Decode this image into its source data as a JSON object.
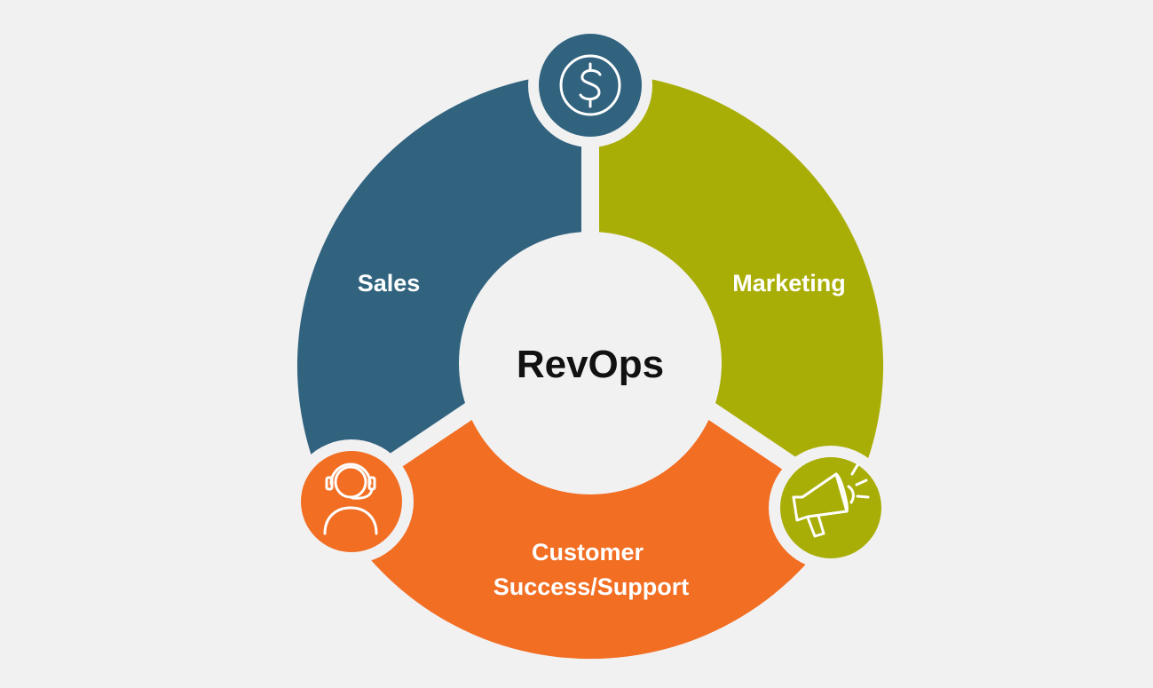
{
  "diagram": {
    "center": {
      "label": "RevOps"
    },
    "segments": [
      {
        "id": "sales",
        "label_lines": [
          "Sales"
        ],
        "color": "#31637f",
        "icon": "dollar-icon"
      },
      {
        "id": "marketing",
        "label_lines": [
          "Marketing"
        ],
        "color": "#a9ae07",
        "icon": "megaphone-icon"
      },
      {
        "id": "customer",
        "label_lines": [
          "Customer",
          "Success/Support"
        ],
        "color": "#f26e23",
        "icon": "headset-person-icon"
      }
    ],
    "colors": {
      "background": "#f2f1f2",
      "gap": "#f2f1f2",
      "center_fill": "#f2f1f2",
      "center_text": "#111111",
      "label_text": "#ffffff"
    }
  }
}
